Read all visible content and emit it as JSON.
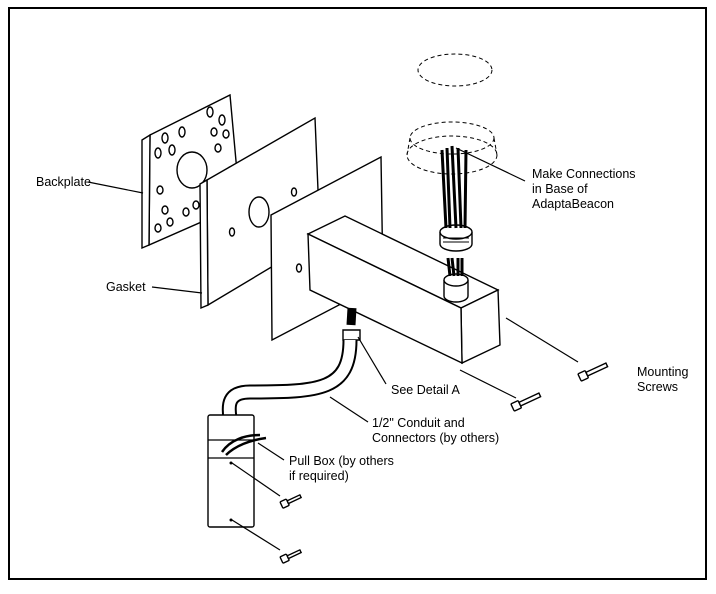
{
  "diagram": {
    "labels": {
      "backplate": "Backplate",
      "gasket": "Gasket",
      "make_connections": [
        "Make Connections",
        "in Base of",
        "AdaptaBeacon"
      ],
      "mounting_screws": [
        "Mounting",
        "Screws"
      ],
      "see_detail": "See Detail A",
      "conduit": [
        "1/2\" Conduit and",
        "Connectors (by others)"
      ],
      "pull_box": [
        "Pull Box (by others",
        "if required)"
      ]
    }
  }
}
